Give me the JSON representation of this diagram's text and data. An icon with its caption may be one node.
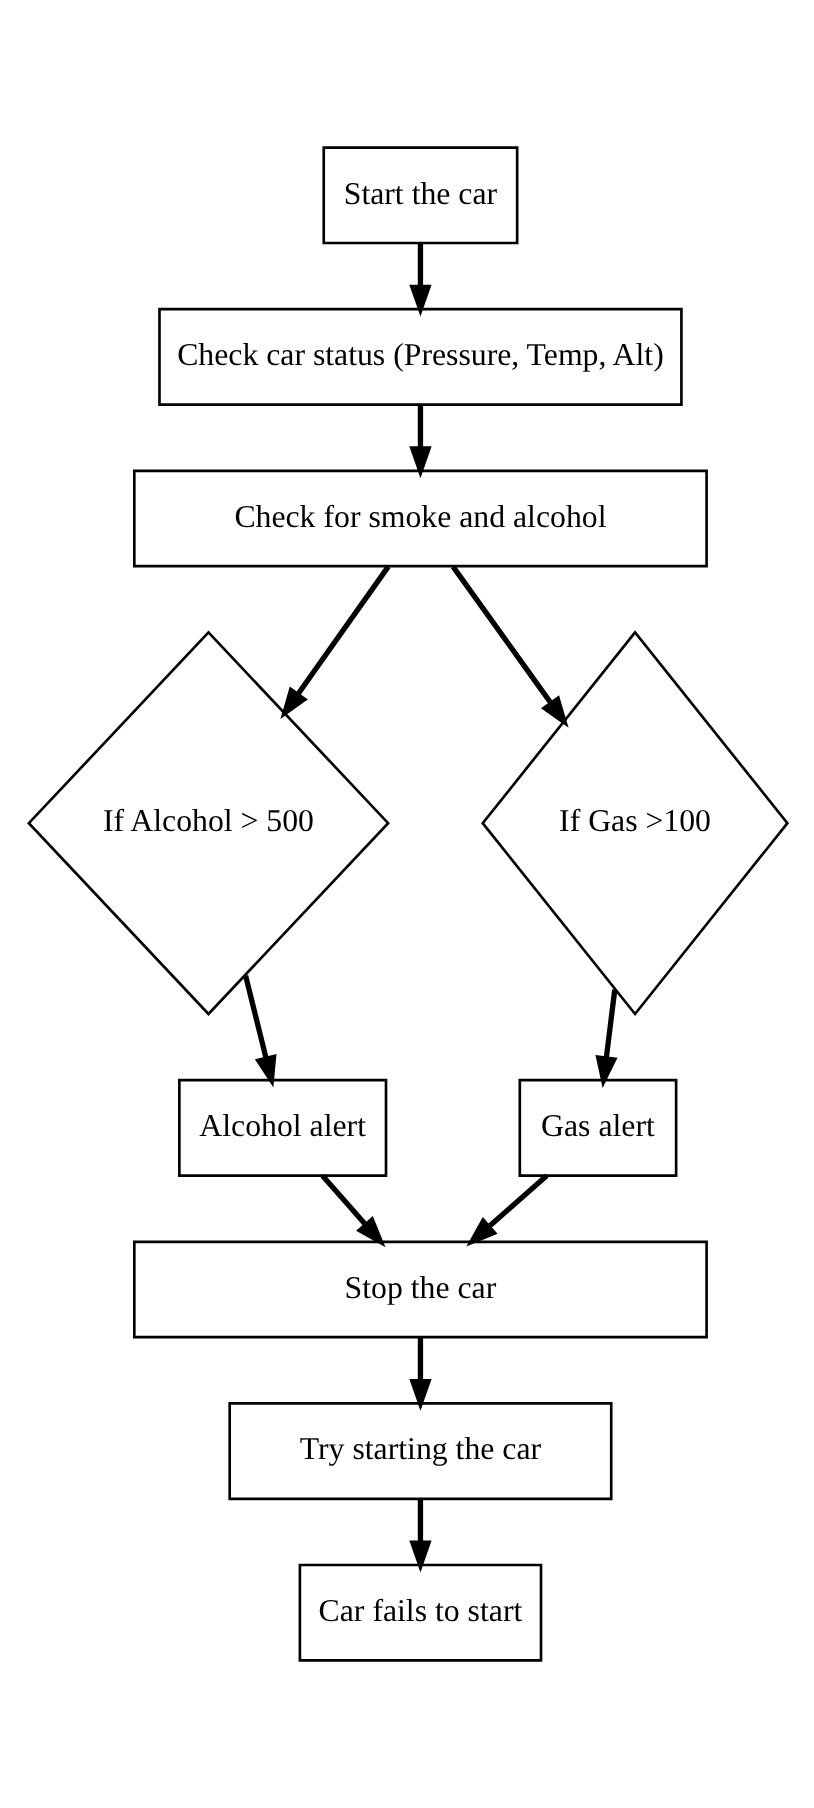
{
  "diagram": {
    "nodes": [
      {
        "text": [
          "Start the car"
        ]
      },
      {
        "text": [
          "Check car status (Pressure, Temp, Alt)"
        ]
      },
      {
        "text": [
          "Check for smoke and alcohol"
        ]
      },
      {
        "text": [
          "If Alcohol > 500"
        ]
      },
      {
        "text": [
          "If Gas >100"
        ]
      },
      {
        "text": [
          "Alcohol alert"
        ]
      },
      {
        "text": [
          "Gas alert"
        ]
      },
      {
        "text": [
          "Stop the car"
        ]
      },
      {
        "text": [
          "Try starting the car"
        ]
      },
      {
        "text": [
          "Car fails to start"
        ]
      }
    ],
    "edges": [
      {
        "from": 0,
        "to": 1,
        "arrow": "to"
      },
      {
        "from": 1,
        "to": 2,
        "arrow": "to"
      },
      {
        "from": 2,
        "to": 3,
        "arrow": "to"
      },
      {
        "from": 2,
        "to": 4,
        "arrow": "to"
      },
      {
        "from": 3,
        "to": 5,
        "arrow": "to"
      },
      {
        "from": 4,
        "to": 6,
        "arrow": "to"
      },
      {
        "from": 5,
        "to": 7,
        "arrow": "to"
      },
      {
        "from": 6,
        "to": 7,
        "arrow": "to"
      },
      {
        "from": 7,
        "to": 8,
        "arrow": "to"
      },
      {
        "from": 8,
        "to": 9,
        "arrow": "to"
      }
    ]
  }
}
